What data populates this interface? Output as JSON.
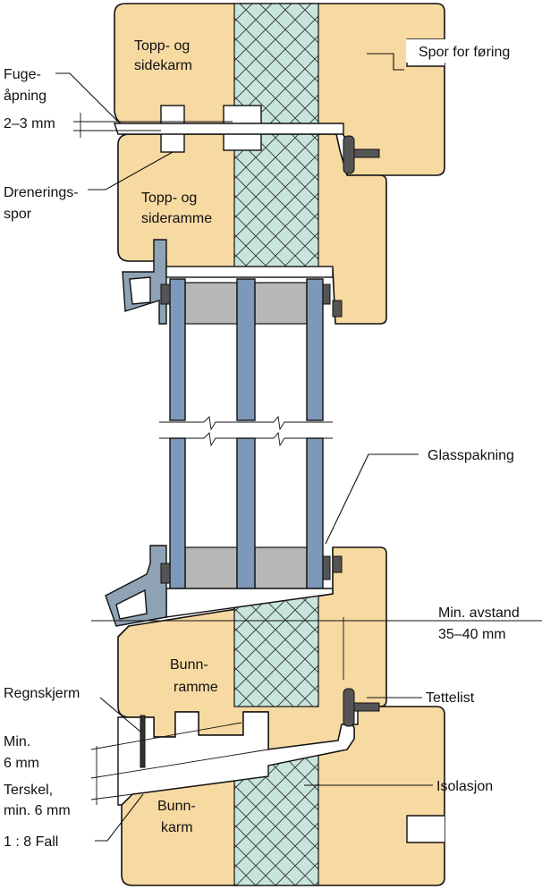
{
  "labels": {
    "topp_sidekarm": [
      "Topp- og",
      "sidekarm"
    ],
    "spor_foring": "Spor for føring",
    "fugeapning": [
      "Fuge-",
      "åpning",
      "2–3 mm"
    ],
    "dreneringsspor": [
      "Drenerings-",
      "spor"
    ],
    "topp_sideramme": [
      "Topp- og",
      "sideramme"
    ],
    "glasspakning": "Glasspakning",
    "min_avstand": [
      "Min. avstand",
      "35–40 mm"
    ],
    "bunnramme": [
      "Bunn-",
      "ramme"
    ],
    "regnskjerm": "Regnskjerm",
    "tettelist": "Tettelist",
    "min_6mm": [
      "Min.",
      "6 mm"
    ],
    "isolasjon": "Isolasjon",
    "terskel": [
      "Terskel,",
      "min. 6 mm"
    ],
    "bunnkarm": [
      "Bunn-",
      "karm"
    ],
    "fall": "1 : 8 Fall"
  },
  "colors": {
    "wood": "#f7d9a2",
    "insulation": "#c7e5dc",
    "glass": "#7d98b8",
    "spacer": "#b7b7b7",
    "aluminium": "#8fa3b4",
    "gasket": "#555555"
  }
}
